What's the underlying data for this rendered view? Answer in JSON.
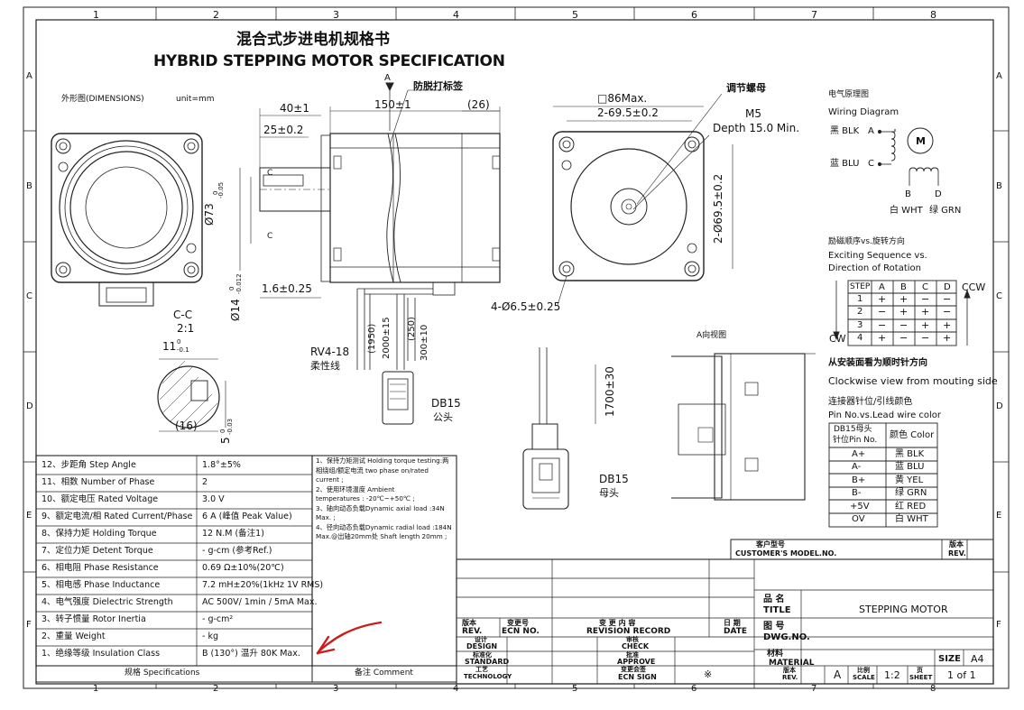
{
  "title_zh": "混合式步进电机规格书",
  "title_en": "HYBRID STEPPING MOTOR SPECIFICATION",
  "frame": {
    "columns": [
      "1",
      "2",
      "3",
      "4",
      "5",
      "6",
      "7",
      "8"
    ],
    "rows": [
      "A",
      "B",
      "C",
      "D",
      "E",
      "F"
    ]
  },
  "dimensions_label": "外形图(DIMENSIONS)",
  "unit_label": "unit=mm",
  "dims": {
    "d40": "40±1",
    "d25": "25±0.2",
    "d150": "150±1",
    "d26": "(26)",
    "view_a": "A",
    "label_tag": "防脱打标签",
    "sq86": "□86Max.",
    "pitch": "2-69.5±0.2",
    "pitch_v": "2-Ø69.5±0.2",
    "adjust_nut": "调节螺母",
    "m5": "M5",
    "depth": "Depth 15.0 Min.",
    "d73": "Ø73",
    "d73_tol_top": "0",
    "d73_tol_bot": "-0.05",
    "d14": "Ø14",
    "d14_tol_top": "0",
    "d14_tol_bot": "-0.012",
    "d16": "1.6±0.25",
    "holes": "4-Ø6.5±0.25",
    "section_mark": "C",
    "section_title": "C-C",
    "section_scale": "2:1",
    "key11": "11",
    "key11_tol_top": "0",
    "key11_tol_bot": "-0.1",
    "key16": "(16)",
    "key5": "5",
    "key5_tol_top": "0",
    "key5_tol_bot": "-0.03",
    "rv": "RV4-18",
    "flex": "柔性线",
    "c1950": "(1950)",
    "c2000": "2000±15",
    "c250": "(250)",
    "c300": "300±10",
    "db15_male": "DB15",
    "db15_male_zh": "公头",
    "c1700": "1700±30",
    "db15_female": "DB15",
    "db15_female_zh": "母头",
    "view_a_title": "A向视图"
  },
  "wiring": {
    "title_zh": "电气原理图",
    "title_en": "Wiring Diagram",
    "blk": "黑 BLK",
    "blu": "蓝 BLU",
    "a": "A",
    "c": "C",
    "m": "M",
    "b": "B",
    "d": "D",
    "wht": "白 WHT",
    "grn": "绿 GRN"
  },
  "sequence": {
    "title_zh": "励磁顺序vs.旋转方向",
    "title_en1": "Exciting Sequence vs.",
    "title_en2": "Direction of Rotation",
    "ccw": "CCW",
    "cw": "CW",
    "headers": [
      "STEP",
      "A",
      "B",
      "C",
      "D"
    ],
    "rows": [
      [
        "1",
        "+",
        "+",
        "−",
        "−"
      ],
      [
        "2",
        "−",
        "+",
        "+",
        "−"
      ],
      [
        "3",
        "−",
        "−",
        "+",
        "+"
      ],
      [
        "4",
        "+",
        "−",
        "−",
        "+"
      ]
    ],
    "note_zh": "从安装面看为顺时针方向",
    "note_en": "Clockwise view from mouting side"
  },
  "pins": {
    "title_zh": "连接器针位/引线颜色",
    "title_en": "Pin No.vs.Lead wire color",
    "header_pin_zh": "DB15母头",
    "header_pin": "针位Pin No.",
    "header_color": "颜色 Color",
    "rows": [
      [
        "A+",
        "黑 BLK"
      ],
      [
        "A-",
        "蓝 BLU"
      ],
      [
        "B+",
        "黄 YEL"
      ],
      [
        "B-",
        "绿 GRN"
      ],
      [
        "+5V",
        "红 RED"
      ],
      [
        "OV",
        "白 WHT"
      ]
    ]
  },
  "specs": [
    {
      "label": "12、步距角 Step Angle",
      "value": "1.8°±5%"
    },
    {
      "label": "11、相数 Number of Phase",
      "value": "2"
    },
    {
      "label": "10、额定电压 Rated Voltage",
      "value": "3.0 V"
    },
    {
      "label": "9、额定电流/相 Rated Current/Phase",
      "value": "6 A (峰值 Peak Value)"
    },
    {
      "label": "8、保持力矩 Holding Torque",
      "value": "12 N.M (备注1)"
    },
    {
      "label": "7、定位力矩 Detent Torque",
      "value": "- g-cm (参考Ref.)"
    },
    {
      "label": "6、相电阻 Phase Resistance",
      "value": "0.69 Ω±10%(20℃)"
    },
    {
      "label": "5、相电感 Phase Inductance",
      "value": "7.2 mH±20%(1kHz 1V RMS)"
    },
    {
      "label": "4、电气强度 Dielectric Strength",
      "value": "AC 500V/ 1min / 5mA Max."
    },
    {
      "label": "3、转子惯量 Rotor Inertia",
      "value": "- g-cm²"
    },
    {
      "label": "2、重量 Weight",
      "value": "- kg"
    },
    {
      "label": "1、绝缘等级 Insulation Class",
      "value": "B (130°) 温升 80K Max."
    }
  ],
  "spec_footer": "规格 Specifications",
  "comments": [
    "1、保持力矩测试 Holding torque testing:两",
    "相绕组/额定电流 two phase on/rated",
    "current ;",
    "2、使用环境温度 Ambient",
    "temperatures : -20℃~+50℃ ;",
    "3、轴向动态负载Dynamic axial load :34N",
    "Max. ;",
    "4、径向动态负载Dynamic radial load :184N",
    "Max.@出轴20mm处 Shaft length 20mm ;"
  ],
  "comment_footer": "备注 Comment",
  "title_block": {
    "customer_model_zh": "客户型号",
    "customer_model": "CUSTOMER'S MODEL.NO.",
    "rev_top_zh": "版本",
    "rev_top": "REV.",
    "name_zh": "品 名",
    "name": "TITLE",
    "name_value": "STEPPING MOTOR",
    "rev_zh": "版本",
    "rev": "REV.",
    "ecn_zh": "变更号",
    "ecn": "ECN NO.",
    "record_zh": "变 更 内 容",
    "record": "REVISION RECORD",
    "date_zh": "日 期",
    "date": "DATE",
    "dwg_zh": "图 号",
    "dwg": "DWG.NO.",
    "design_zh": "设计",
    "design": "DESIGN",
    "check_zh": "审核",
    "check": "CHECK",
    "standard_zh": "标准化",
    "standard": "STANDARD",
    "approve_zh": "批准",
    "approve": "APPROVE",
    "technology_zh": "工艺",
    "technology": "TECHNOLOGY",
    "ecn_sign_zh": "变更会签",
    "ecn_sign": "ECN SIGN",
    "material_zh": "材料",
    "material": "MATERIAL",
    "star": "※",
    "size": "SIZE",
    "size_value": "A4",
    "rev2_zh": "版本",
    "rev2": "REV.",
    "rev2_value": "A",
    "scale_zh": "比例",
    "scale": "SCALE",
    "scale_value": "1:2",
    "sheet_zh": "页",
    "sheet": "SHEET",
    "sheet_value": "1 of 1"
  }
}
